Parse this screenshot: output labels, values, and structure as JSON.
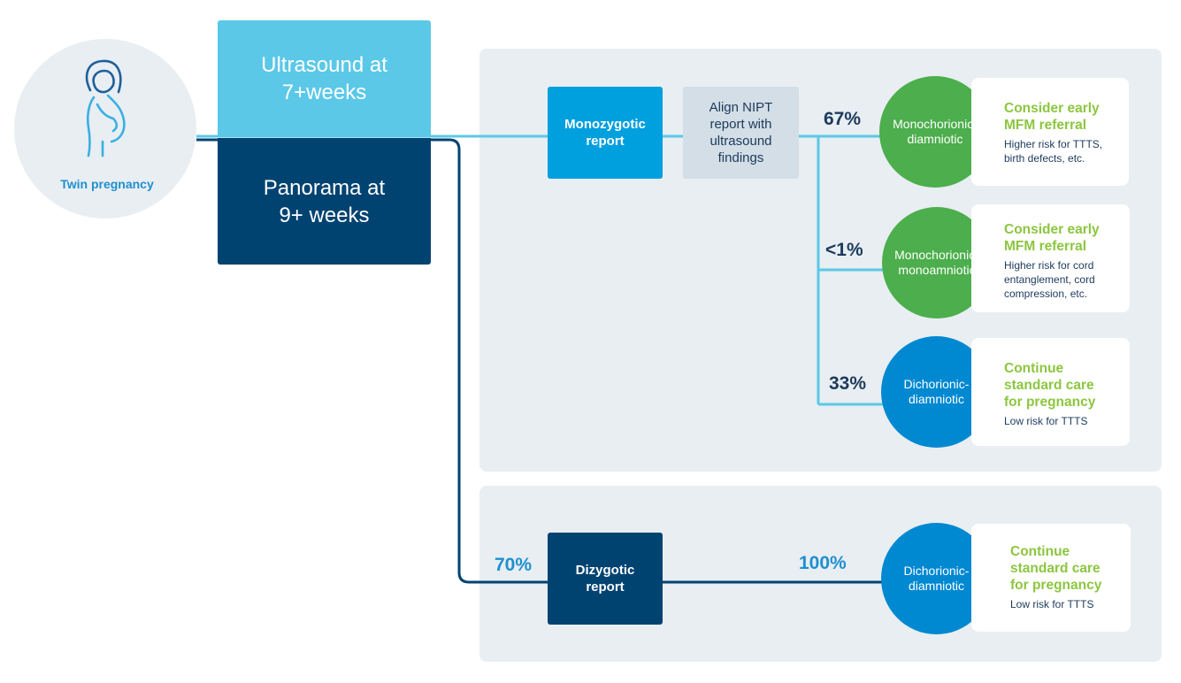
{
  "start": {
    "label": "Twin pregnancy",
    "icon": "pregnant-woman-icon"
  },
  "ultrasound": {
    "label": "Ultrasound at\n7+weeks"
  },
  "panorama": {
    "label": "Panorama at\n9+ weeks"
  },
  "mono_report": {
    "label": "Monozygotic\nreport"
  },
  "align": {
    "label": "Align NIPT\nreport with\nultrasound\nfindings"
  },
  "branches": [
    {
      "pct": "67%",
      "circle": "Monochorionic-\ndiamniotic",
      "title": "Consider early\nMFM referral",
      "desc": "Higher risk for TTTS,\nbirth defects, etc."
    },
    {
      "pct": "<1%",
      "circle": "Monochorionic-\nmonoamniotic",
      "title": "Consider early\nMFM referral",
      "desc": "Higher risk for cord\nentanglement, cord\ncompression, etc."
    },
    {
      "pct": "33%",
      "circle": "Dichorionic-\ndiamniotic",
      "title": "Continue\nstandard care\nfor pregnancy",
      "desc": "Low risk for TTTS"
    }
  ],
  "dizygotic": {
    "entry_pct": "70%",
    "report": "Dizygotic\nreport",
    "pct": "100%",
    "circle": "Dichorionic-\ndiamniotic",
    "title": "Continue\nstandard care\nfor pregnancy",
    "desc": "Low risk for TTTS"
  },
  "colors": {
    "light_blue": "#5bc8e8",
    "mid_blue": "#009fde",
    "navy": "#004371",
    "circle_blue": "#0088d1",
    "green": "#4cae4c",
    "lime_text": "#8cc63f",
    "panel": "#e8eef2",
    "align_box": "#d3dee6"
  }
}
